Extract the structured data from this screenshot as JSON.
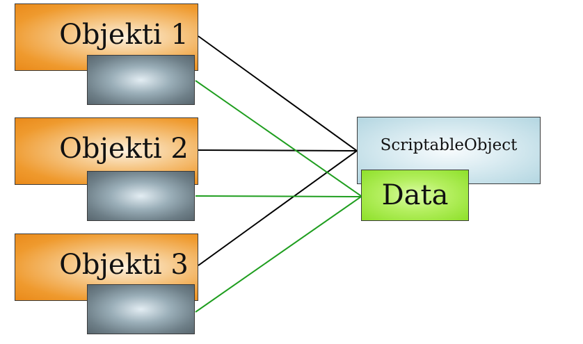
{
  "objects": [
    {
      "label": "Objekti 1"
    },
    {
      "label": "Objekti 2"
    },
    {
      "label": "Objekti 3"
    }
  ],
  "scriptable_object": {
    "label": "ScriptableObject",
    "data_label": "Data"
  },
  "colors": {
    "object_fill": "#ef9a2e",
    "object_data_fill": "#7a8a93",
    "scriptable_fill": "#b3d6e1",
    "data_fill": "#8ee02a",
    "reference_line": "#000000",
    "data_line": "#1f9e1f"
  }
}
